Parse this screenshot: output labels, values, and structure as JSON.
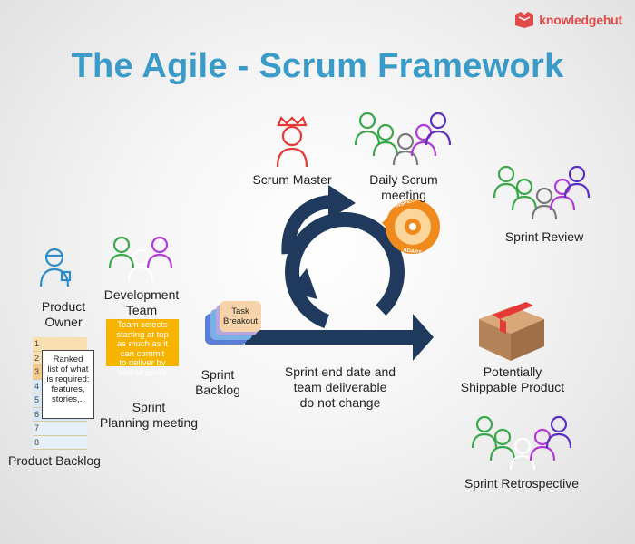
{
  "brand": {
    "name": "knowledgehut",
    "color": "#e24a4a"
  },
  "title": "The Agile - Scrum Framework",
  "labels": {
    "scrum_master": "Scrum Master",
    "daily_scrum_1": "Daily Scrum",
    "daily_scrum_2": "meeting",
    "sprint_review": "Sprint Review",
    "product_owner_1": "Product",
    "product_owner_2": "Owner",
    "dev_team_1": "Development",
    "dev_team_2": "Team",
    "team_selects": [
      "Team selects",
      "starting at top",
      "as much as it",
      "can commit",
      "to deliver by",
      "end of sprint"
    ],
    "planning_1": "Sprint",
    "planning_2": "Planning meeting",
    "sprint_backlog_1": "Sprint",
    "sprint_backlog_2": "Backlog",
    "task_breakout_1": "Task",
    "task_breakout_2": "Breakout",
    "end_date": [
      "Sprint end date and",
      "team deliverable",
      "do not change"
    ],
    "shippable_1": "Potentially",
    "shippable_2": "Shippable Product",
    "retrospective": "Sprint Retrospective",
    "product_backlog": "Product Backlog",
    "ranked": [
      "Ranked",
      "list of what",
      "is required:",
      "features,",
      "stories,.."
    ],
    "inspect": "INSPECT",
    "adapt": "ADAPT"
  },
  "backlog_rows": [
    "1",
    "2",
    "3",
    "4",
    "5",
    "6",
    "7",
    "8"
  ],
  "colors": {
    "title": "#3a9bc8",
    "arrow": "#1f3a5c",
    "team_yellow": "#f6b400",
    "orange": "#f08a1c",
    "box": "#b5835a"
  }
}
